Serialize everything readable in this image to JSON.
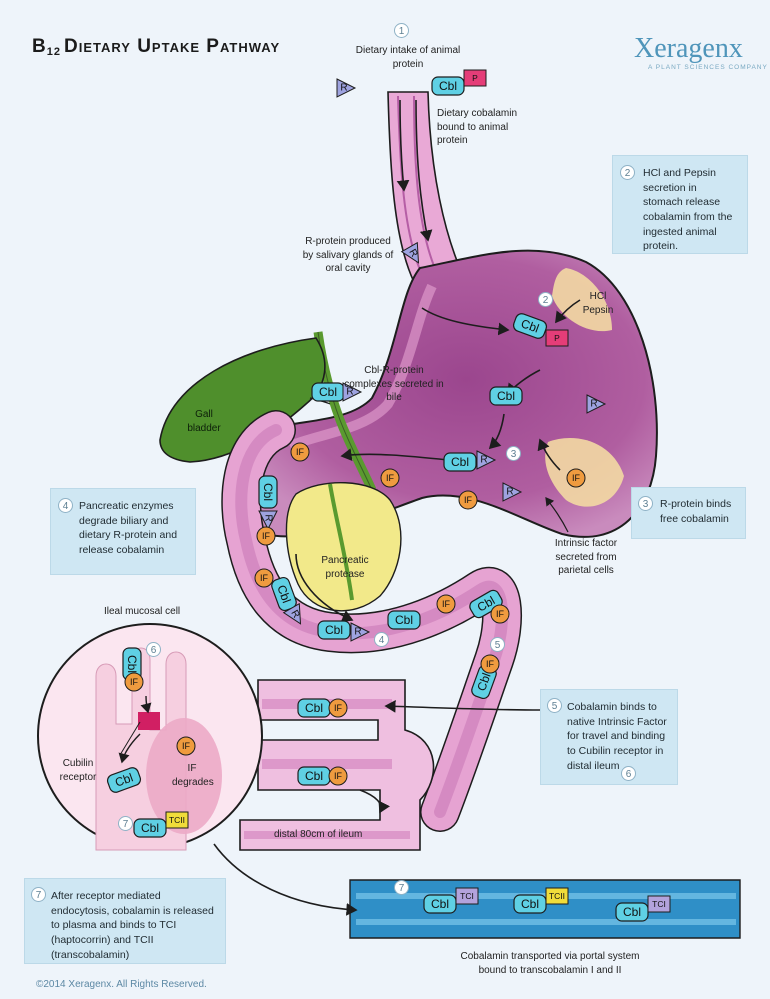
{
  "title": {
    "main": "Dietary Uptake Pathway",
    "b": "B",
    "sub": "12"
  },
  "brand": {
    "name": "Xeragenx",
    "tagline": "A PLANT SCIENCES COMPANY"
  },
  "labels": {
    "dietary_intake": "Dietary intake of animal protein",
    "dietary_cobalamin": "Dietary cobalamin bound to animal protein",
    "r_protein_saliva": "R-protein produced by salivary glands of oral cavity",
    "hcl_pepsin": "HCl Pepsin",
    "cbl_r_bile": "Cbl-R-protein complexes secreted in bile",
    "gall_bladder": "Gall bladder",
    "pancreatic_protease": "Pancreatic protease",
    "intrinsic_factor": "Intrinsic factor secreted from parietal cells",
    "ileal_cell": "Ileal mucosal cell",
    "cubilin": "Cubilin receptor",
    "if_degrades": "IF degrades",
    "distal_ileum": "distal 80cm of ileum",
    "portal_transport": "Cobalamin transported via portal system bound to transcobalamin I and II"
  },
  "steps": [
    {
      "n": "1"
    },
    {
      "n": "2",
      "text": "HCl and Pepsin secretion in stomach release cobalamin from the ingested animal protein."
    },
    {
      "n": "3",
      "text": "R-protein binds free cobalamin"
    },
    {
      "n": "4",
      "text": "Pancreatic enzymes degrade biliary and dietary R-protein and release cobalamin"
    },
    {
      "n": "5",
      "text": "Cobalamin binds to native Intrinsic Factor for travel and binding to Cubilin receptor in distal ileum",
      "n2": "6"
    },
    {
      "n": "6"
    },
    {
      "n": "7",
      "text": "After receptor mediated endocytosis, cobalamin is released to plasma and binds to TCI (haptocorrin) and TCII (transcobalamin)"
    }
  ],
  "molecules": {
    "cbl": "Cbl",
    "p": "P",
    "r": "R",
    "if": "IF",
    "tci": "TCI",
    "tcii": "TCII"
  },
  "copyright": "©2014 Xeragenx. All Rights Reserved.",
  "colors": {
    "background": "#eef4fa",
    "gut": "#d98ac3",
    "stomach": "#a9519a",
    "box": "#cfe7f3",
    "cbl": "#5fd0e4",
    "p": "#e53d78",
    "r": "#9ea3e0",
    "if": "#ef9b3f",
    "tci": "#b3a3dc",
    "tcii": "#f0dc3a",
    "vessel": "#2f8fc7",
    "gall": "#5a9a2f",
    "pancreas": "#f2e98a",
    "brand": "#4f95ba"
  }
}
